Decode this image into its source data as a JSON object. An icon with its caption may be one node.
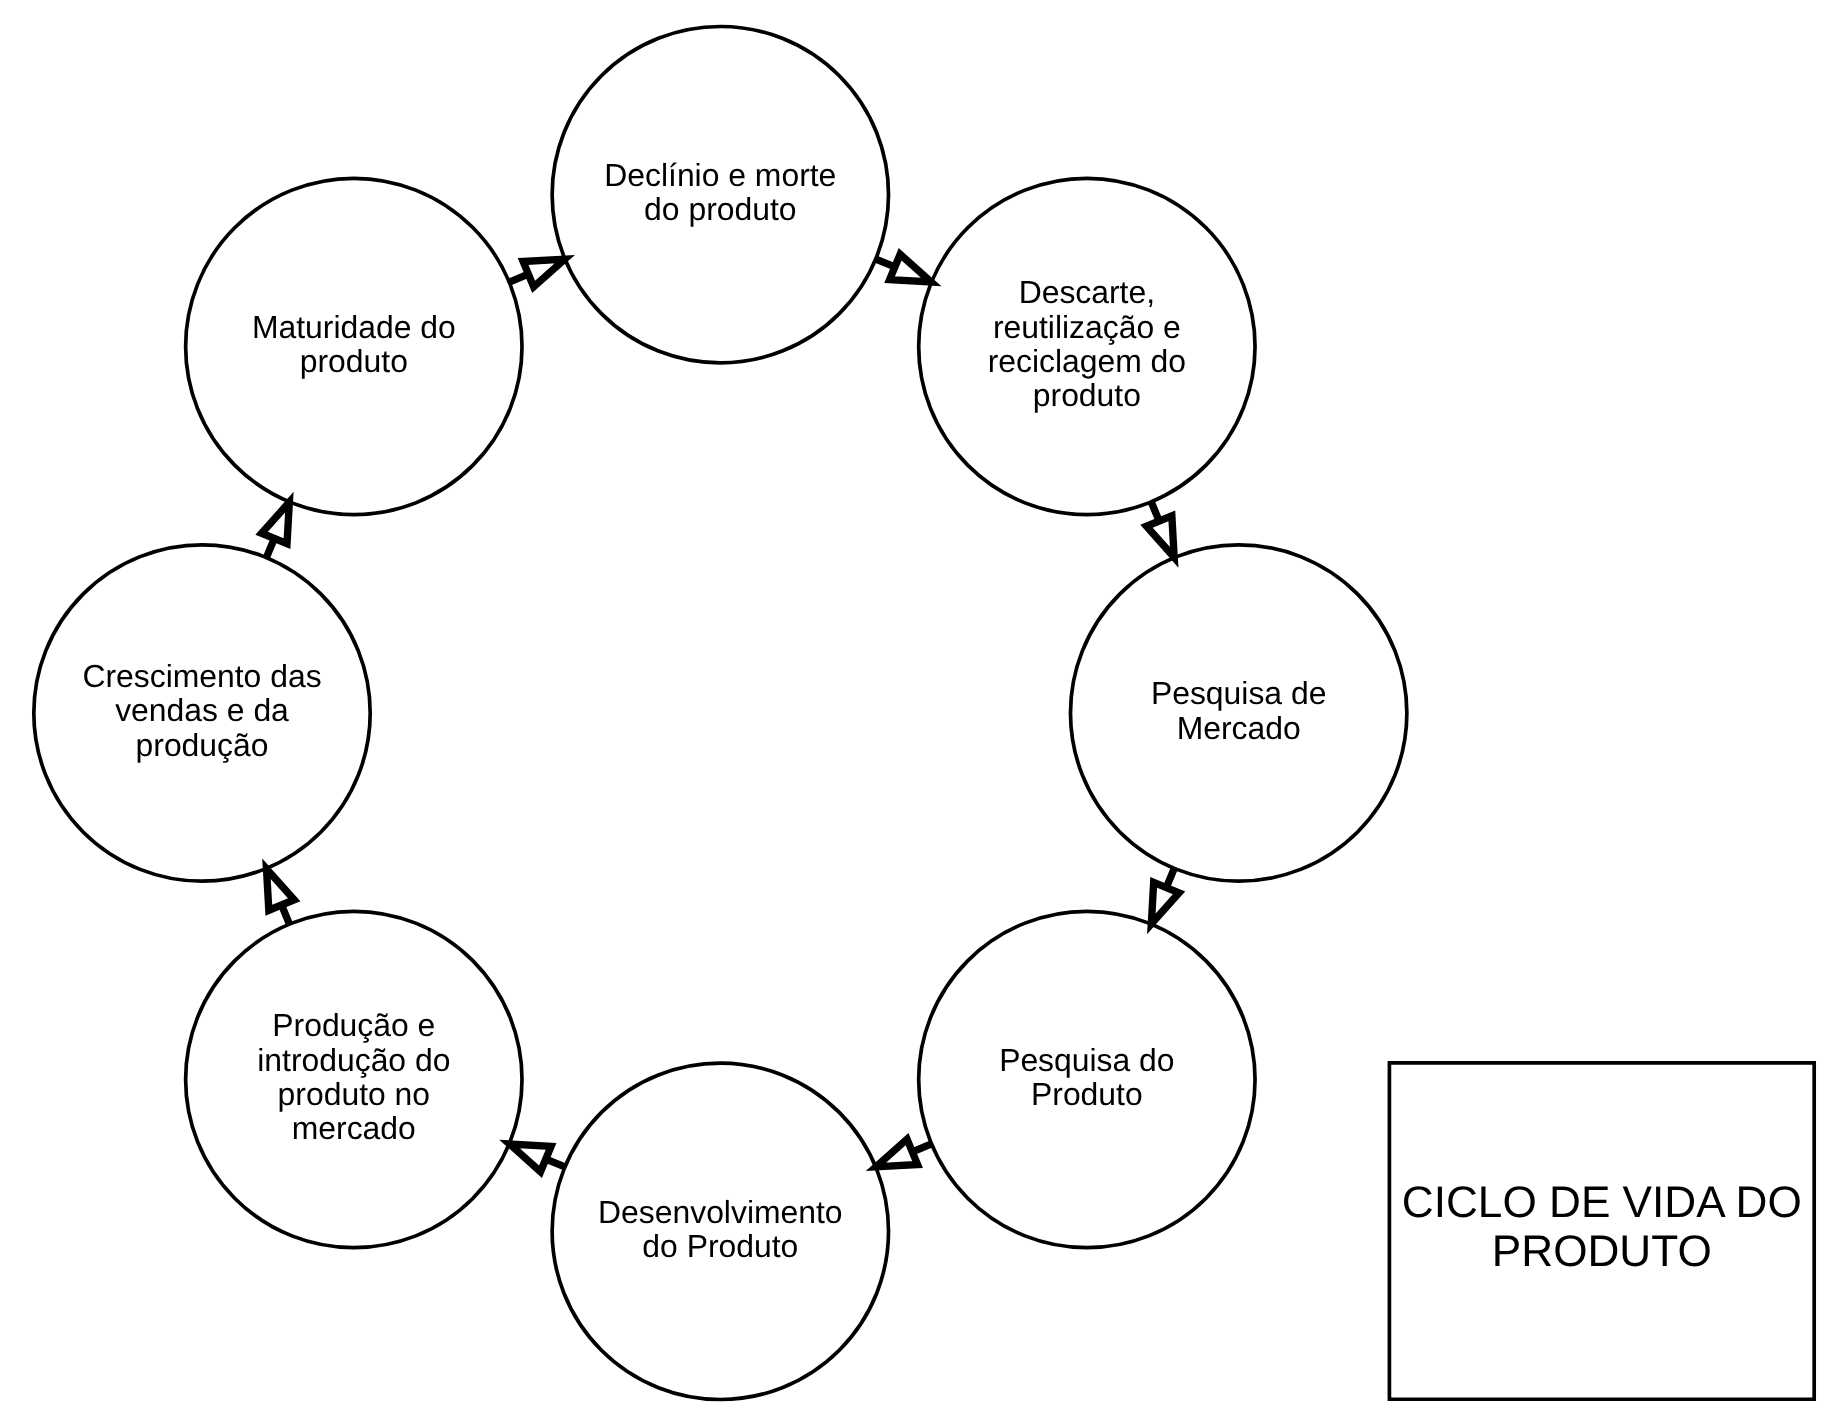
{
  "diagram": {
    "nodes": [
      {
        "text": [
          "Pesquisa do Produto"
        ]
      },
      {
        "text": [
          "Desenvolvimento do Produto"
        ]
      },
      {
        "text": [
          "Pesquisa de Mercado"
        ]
      },
      {
        "text": [
          "Produção e introdução do produto no mercado"
        ]
      },
      {
        "text": [
          "CICLO DE VIDA DO PRODUTO"
        ]
      },
      {
        "text": [
          "Descarte, reutilização e reciclagem do produto"
        ]
      },
      {
        "text": [
          "Crescimento das vendas e da produção"
        ]
      },
      {
        "text": [
          "Declínio e morte do produto"
        ]
      },
      {
        "text": [
          "Maturidade do produto"
        ]
      }
    ],
    "edges": [
      {
        "from": 2,
        "to": 0,
        "arrow": "to"
      },
      {
        "from": 0,
        "to": 1,
        "arrow": "to"
      },
      {
        "from": 1,
        "to": 3,
        "arrow": "to"
      },
      {
        "from": 3,
        "to": 6,
        "arrow": "to"
      },
      {
        "from": 6,
        "to": 8,
        "arrow": "to"
      },
      {
        "from": 8,
        "to": 7,
        "arrow": "to"
      },
      {
        "from": 7,
        "to": 5,
        "arrow": "to"
      },
      {
        "from": 5,
        "to": 2,
        "arrow": "to"
      }
    ]
  }
}
